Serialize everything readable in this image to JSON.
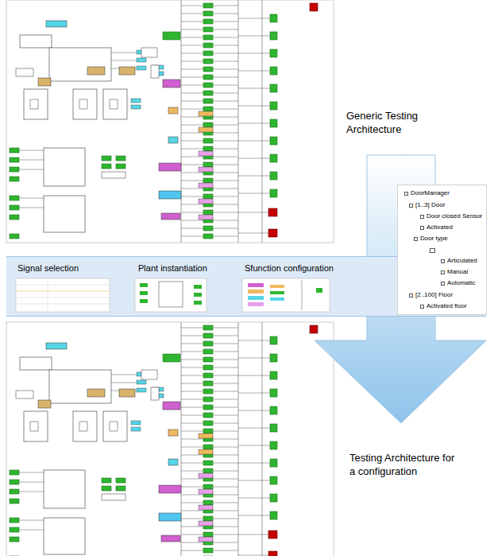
{
  "diagram": {
    "nodes": [
      {
        "text": [
          "Signal selection",
          "Plant instantiation",
          "Sfunction configuration"
        ]
      },
      {
        "text": [
          "DoorManager",
          "[1..3] Door",
          "Door closed Sensor",
          "Activated",
          "Door type",
          "Articulated",
          "Manual",
          "Automatic",
          "[2..100] Floor",
          "Activated floor"
        ]
      }
    ],
    "labels": [
      "Generic Testing Architecture",
      "Testing Architecture for a configuration"
    ]
  }
}
